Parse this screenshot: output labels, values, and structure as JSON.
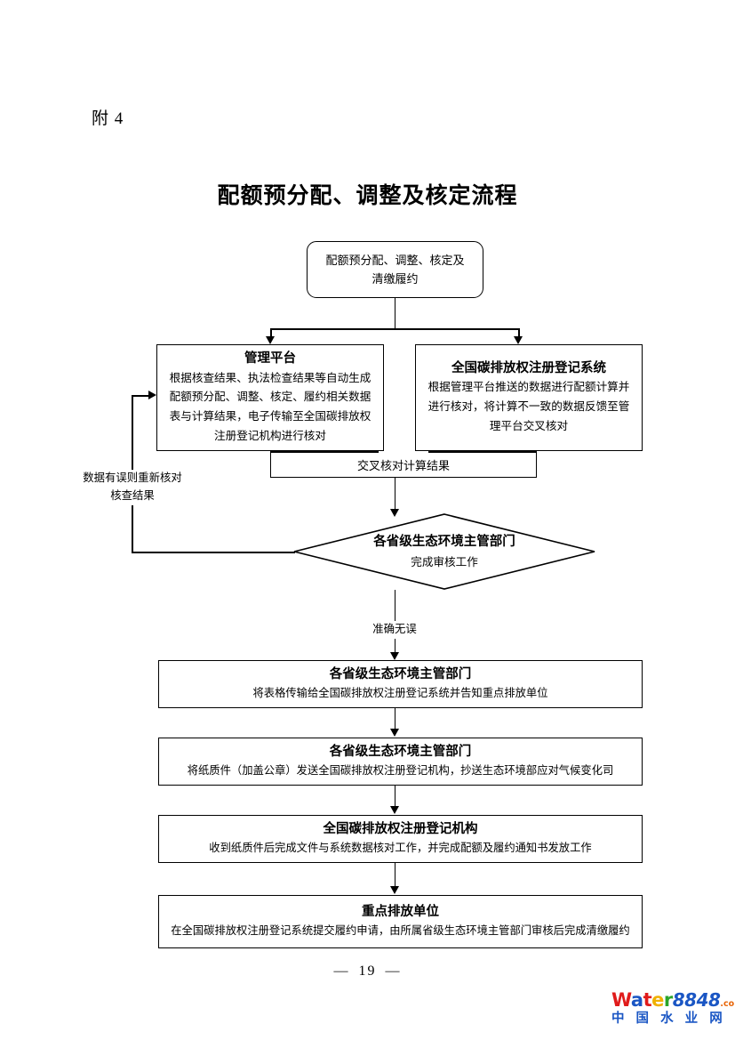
{
  "header": {
    "attachment_label": "附 4",
    "title": "配额预分配、调整及核定流程"
  },
  "flow": {
    "start": {
      "line1": "配额预分配、调整、核定及",
      "line2": "清缴履约"
    },
    "platform_box": {
      "title": "管理平台",
      "body": "根据核查结果、执法检查结果等自动生成配额预分配、调整、核定、履约相关数据表与计算结果，电子传输至全国碳排放权注册登记机构进行核对"
    },
    "registry_box": {
      "title": "全国碳排放权注册登记系统",
      "body": "根据管理平台推送的数据进行配额计算并进行核对，将计算不一致的数据反馈至管理平台交叉核对"
    },
    "cross_check_label": "交叉核对计算结果",
    "feedback_label": {
      "line1": "数据有误则重新核对",
      "line2": "核查结果"
    },
    "decision": {
      "title": "各省级生态环境主管部门",
      "body": "完成审核工作"
    },
    "decision_yes_label": "准确无误",
    "steps": [
      {
        "title": "各省级生态环境主管部门",
        "body": "将表格传输给全国碳排放权注册登记系统并告知重点排放单位"
      },
      {
        "title": "各省级生态环境主管部门",
        "body": "将纸质件（加盖公章）发送全国碳排放权注册登记机构，抄送生态环境部应对气候变化司"
      },
      {
        "title": "全国碳排放权注册登记机构",
        "body": "收到纸质件后完成文件与系统数据核对工作，并完成配额及履约通知书发放工作"
      },
      {
        "title": "重点排放单位",
        "body": "在全国碳排放权注册登记系统提交履约申请，由所属省级生态环境主管部门审核后完成清缴履约"
      }
    ]
  },
  "footer": {
    "page_number": "19",
    "dash_left": "—",
    "dash_right": "—"
  },
  "watermark": {
    "letters": [
      {
        "char": "W",
        "color": "#e01b1b"
      },
      {
        "char": "a",
        "color": "#1a56c4"
      },
      {
        "char": "t",
        "color": "#e01b1b"
      },
      {
        "char": "e",
        "color": "#f0b000"
      },
      {
        "char": "r",
        "color": "#2aa52a"
      }
    ],
    "number": "8848",
    "number_color": "#1a56c4",
    "tld": ".com",
    "tld_color": "#e8660a",
    "subtitle": "中 国 水 业 网",
    "subtitle_color": "#1a56c4"
  }
}
